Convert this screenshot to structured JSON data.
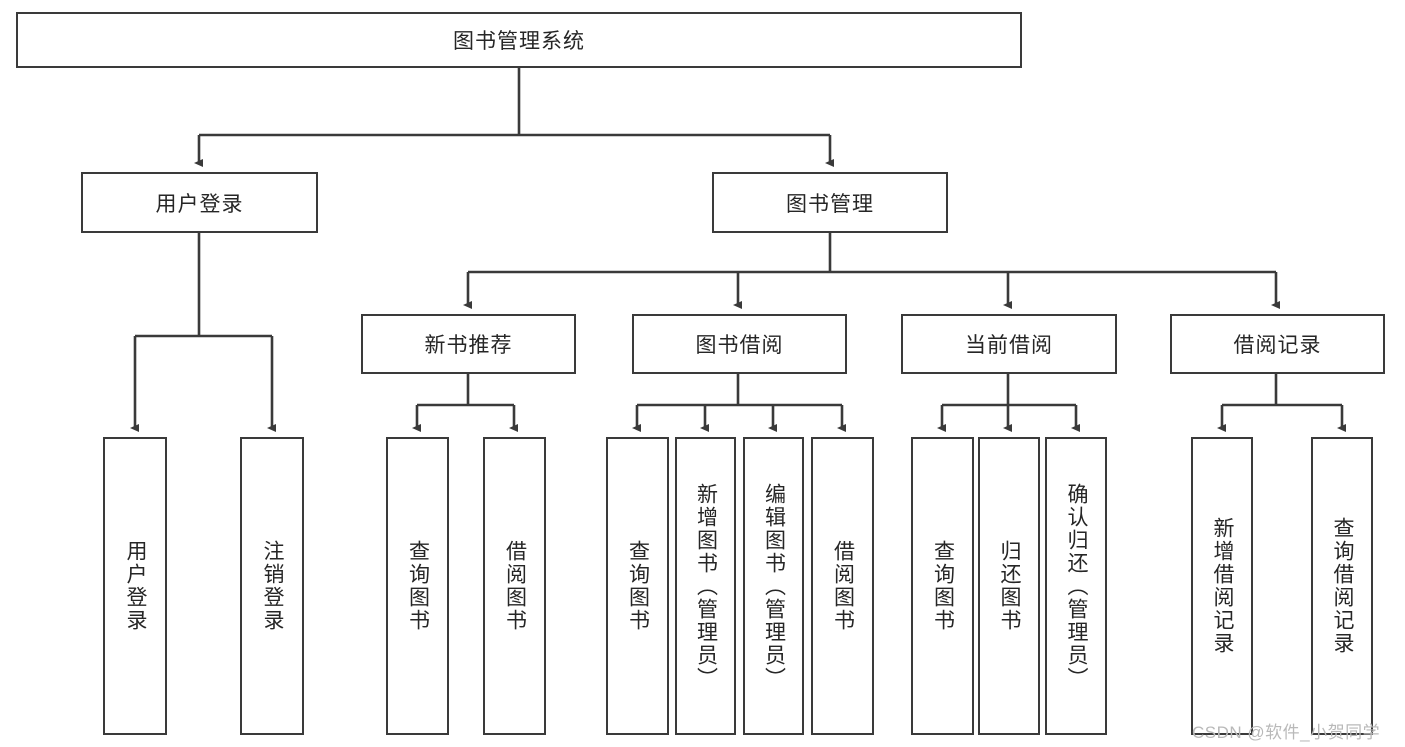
{
  "diagram": {
    "title": "图书管理系统",
    "type": "hierarchy-tree",
    "root": {
      "label": "图书管理系统"
    },
    "level1": [
      {
        "label": "用户登录"
      },
      {
        "label": "图书管理"
      }
    ],
    "level2": [
      {
        "label": "新书推荐"
      },
      {
        "label": "图书借阅"
      },
      {
        "label": "当前借阅"
      },
      {
        "label": "借阅记录"
      }
    ],
    "leaves": {
      "user_login": [
        {
          "label": "用户登录"
        },
        {
          "label": "注销登录"
        }
      ],
      "new_book_recommend": [
        {
          "label": "查询图书"
        },
        {
          "label": "借阅图书"
        }
      ],
      "book_borrow": [
        {
          "label": "查询图书"
        },
        {
          "label": "新增图书（管理员）"
        },
        {
          "label": "编辑图书（管理员）"
        },
        {
          "label": "借阅图书"
        }
      ],
      "current_borrow": [
        {
          "label": "查询图书"
        },
        {
          "label": "归还图书"
        },
        {
          "label": "确认归还（管理员）"
        }
      ],
      "borrow_record": [
        {
          "label": "新增借阅记录"
        },
        {
          "label": "查询借阅记录"
        }
      ]
    }
  },
  "watermark": {
    "text": "CSDN @软件_小贺同学"
  },
  "colors": {
    "stroke": "#3a3a3a",
    "text": "#262626",
    "background": "#ffffff",
    "watermark": "#b9b9b9"
  }
}
